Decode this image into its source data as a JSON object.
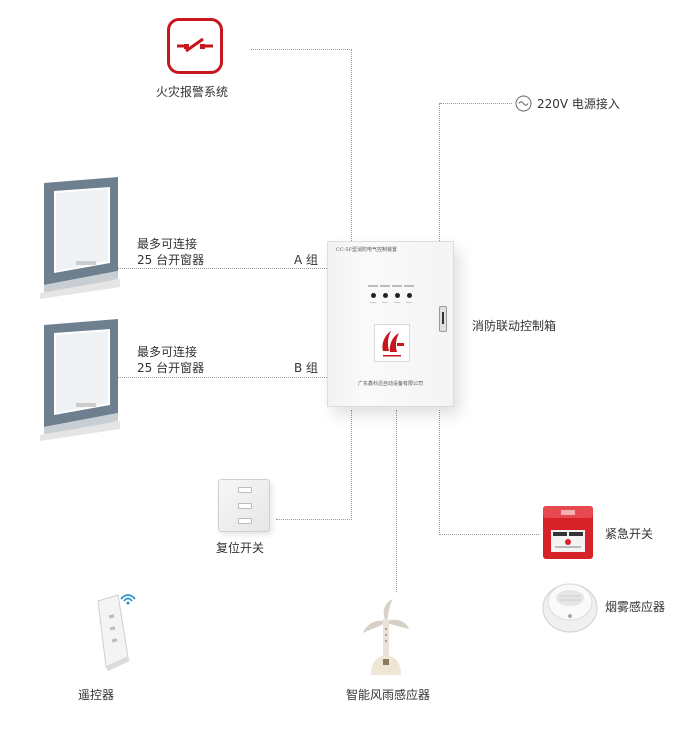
{
  "labels": {
    "fire_alarm": "火灾报警系统",
    "power": "220V 电源接入",
    "window_a_line1": "最多可连接",
    "window_a_line2": "25 台开窗器",
    "group_a": "A 组",
    "window_b_line1": "最多可连接",
    "window_b_line2": "25 台开窗器",
    "group_b": "B 组",
    "control_box": "消防联动控制箱",
    "reset_switch": "复位开关",
    "emergency_switch": "紧急开关",
    "smoke_detector": "烟雾感应器",
    "remote": "遥控器",
    "rain_sensor": "智能风雨感应器"
  },
  "control_box_panel": {
    "title": "CC-5F型消防电气控制装置",
    "company": "广东鑫科迅自动设备有限公司"
  },
  "icons": {
    "fire_alarm": "switch-icon",
    "power": "ac-wave-icon",
    "remote": "wifi-icon"
  },
  "colors": {
    "accent_red": "#c8161d",
    "connector_line": "#999999",
    "window_frame": "#6e7f8f"
  }
}
